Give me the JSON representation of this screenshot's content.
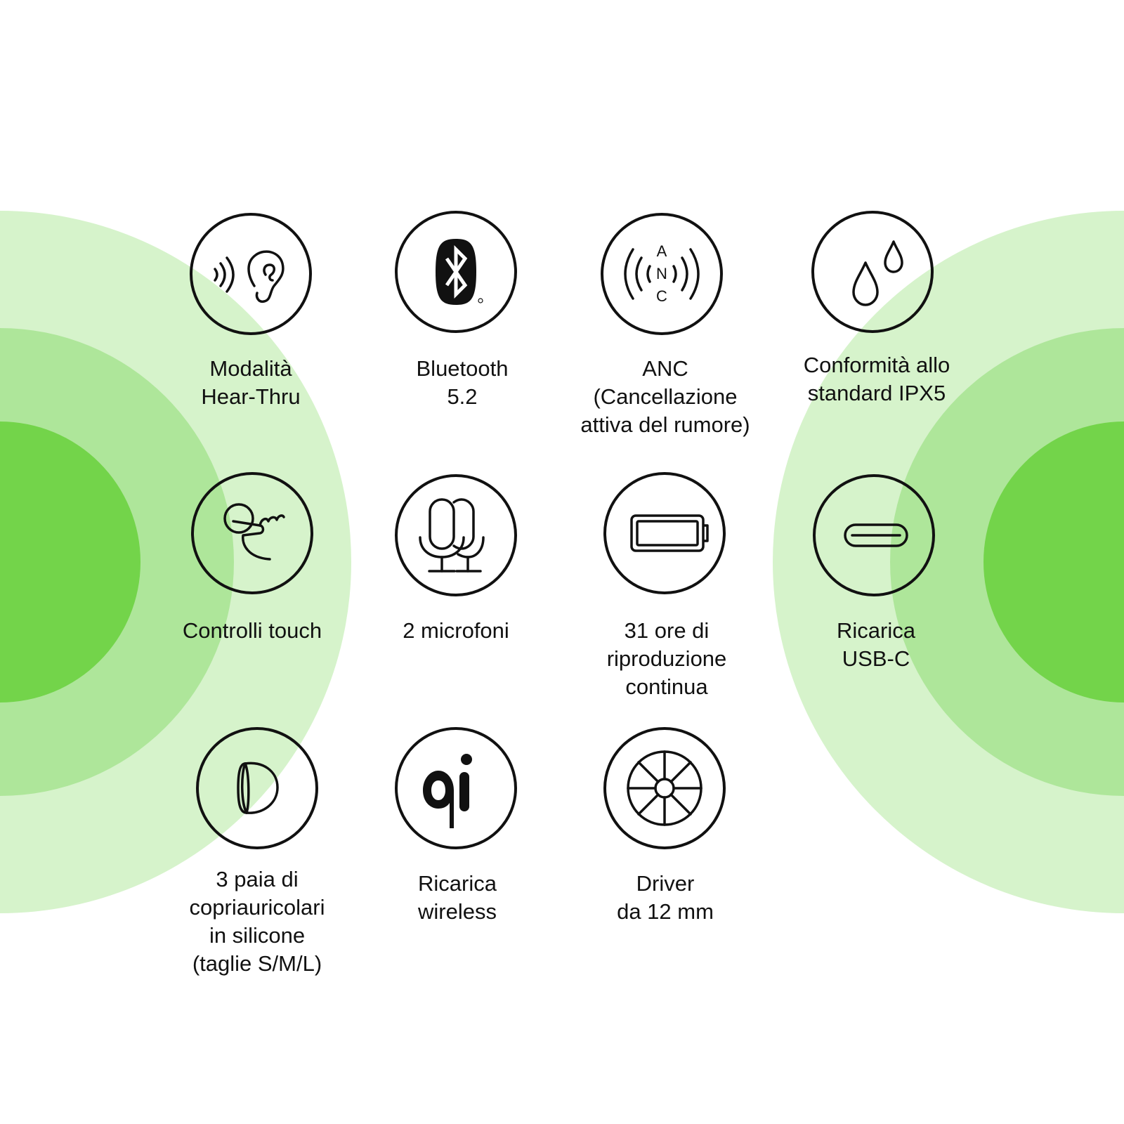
{
  "colors": {
    "background": "#ffffff",
    "ring_outer": "#d6f3cb",
    "ring_middle": "#aee69a",
    "ring_inner": "#73d44a",
    "icon_stroke": "#111111",
    "text": "#111111"
  },
  "features": [
    {
      "icon": "ear-sound-icon",
      "label": "Modalità\nHear-Thru"
    },
    {
      "icon": "bluetooth-icon",
      "label": "Bluetooth\n5.2"
    },
    {
      "icon": "anc-icon",
      "icon_letters": [
        "A",
        "N",
        "C"
      ],
      "label": "ANC\n(Cancellazione\nattiva del rumore)"
    },
    {
      "icon": "water-drops-icon",
      "label": "Conformità allo\nstandard IPX5"
    },
    {
      "icon": "touch-finger-icon",
      "label": "Controlli touch"
    },
    {
      "icon": "two-microphones-icon",
      "label": "2 microfoni"
    },
    {
      "icon": "battery-icon",
      "label": "31 ore di\nriproduzione\ncontinua"
    },
    {
      "icon": "usb-c-icon",
      "label": "Ricarica\nUSB-C"
    },
    {
      "icon": "ear-tip-icon",
      "label": "3 paia di\ncopriauricolari\nin silicone\n(taglie S/M/L)"
    },
    {
      "icon": "qi-wireless-icon",
      "label": "Ricarica\nwireless"
    },
    {
      "icon": "speaker-driver-icon",
      "label": "Driver\nda 12 mm"
    }
  ]
}
